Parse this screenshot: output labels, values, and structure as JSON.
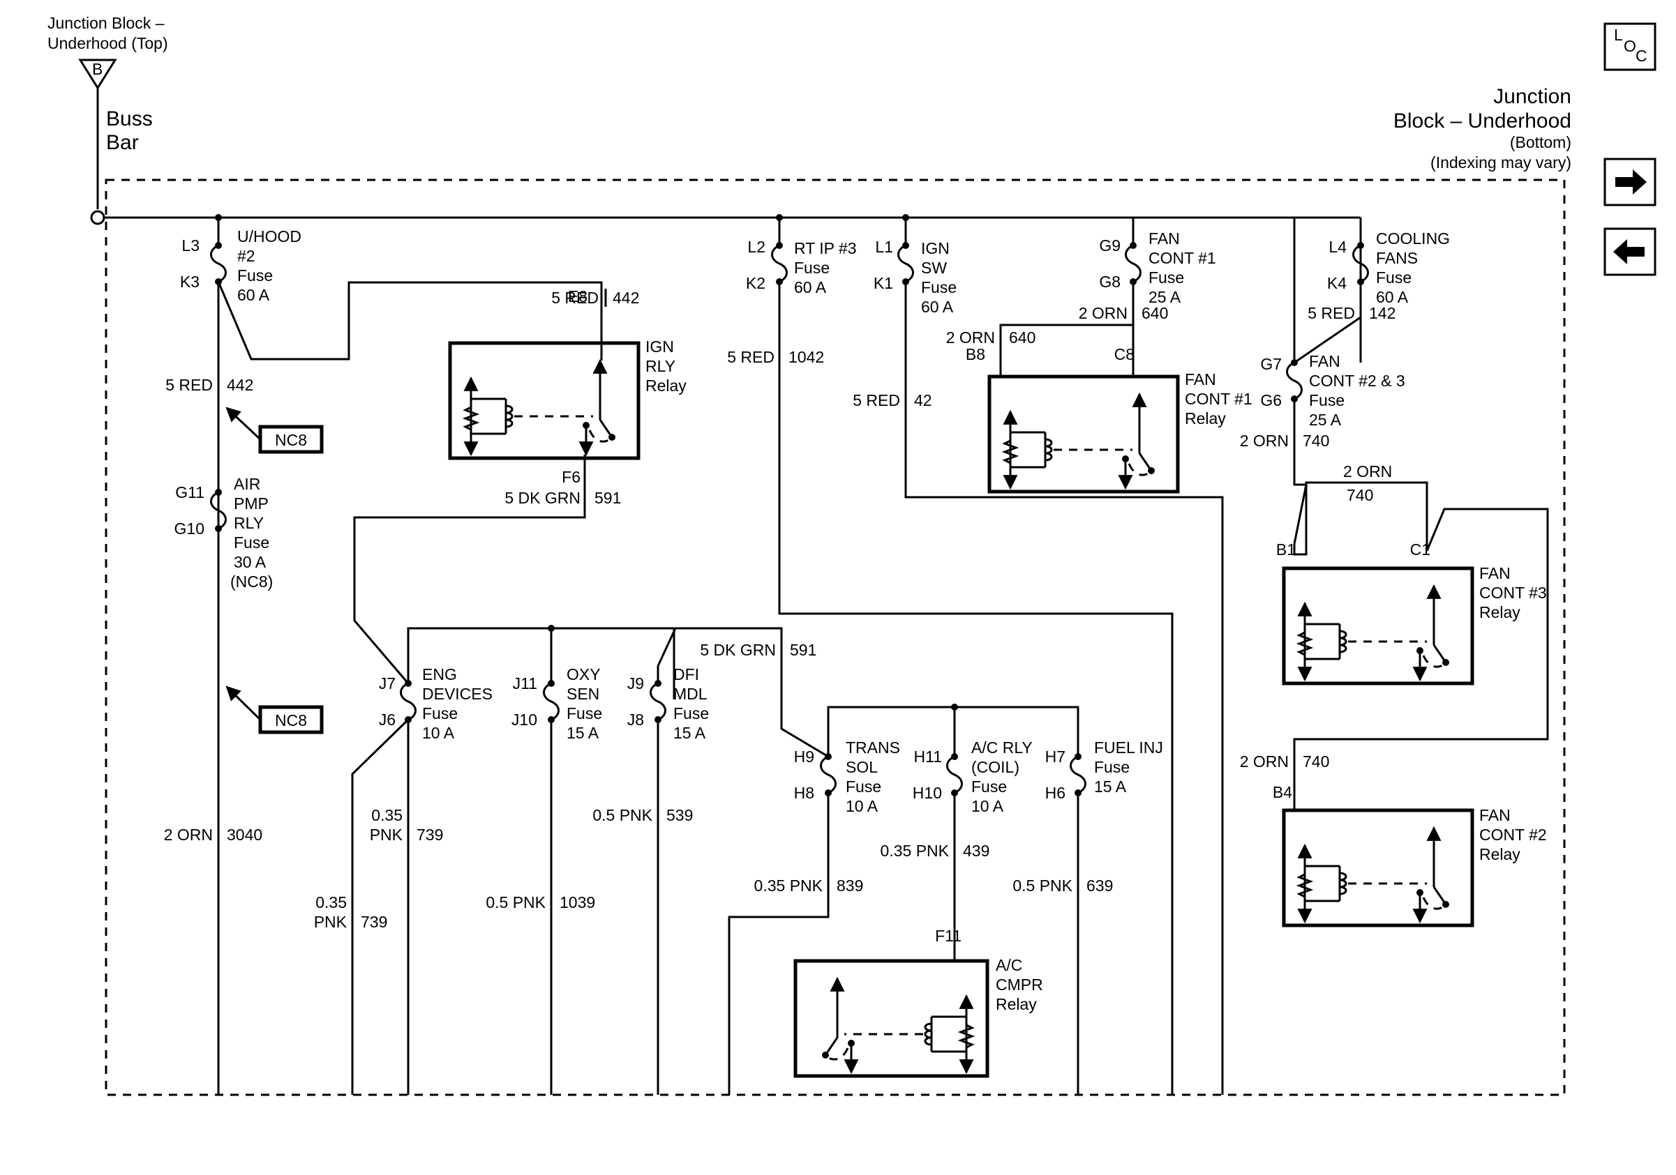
{
  "source": {
    "line1": "Junction Block –",
    "line2": "Underhood (Top)",
    "connector": "B",
    "buss1": "Buss",
    "buss2": "Bar"
  },
  "block": {
    "line1": "Junction",
    "line2": "Block – Underhood",
    "line3": "(Bottom)",
    "line4": "(Indexing may vary)"
  },
  "nav": {
    "loc_l": "L",
    "loc_o": "O",
    "loc_c": "C"
  },
  "fuses": {
    "uhood": {
      "in": "L3",
      "out": "K3",
      "lines": [
        "U/HOOD",
        "#2",
        "Fuse",
        "60 A"
      ]
    },
    "rtip": {
      "in": "L2",
      "out": "K2",
      "lines": [
        "RT IP #3",
        "Fuse",
        "60 A"
      ]
    },
    "ignsw": {
      "in": "L1",
      "out": "K1",
      "lines": [
        "IGN",
        "SW",
        "Fuse",
        "60 A"
      ]
    },
    "fancont1": {
      "in": "G9",
      "out": "G8",
      "lines": [
        "FAN",
        "CONT #1",
        "Fuse",
        "25 A"
      ]
    },
    "cooling": {
      "in": "L4",
      "out": "K4",
      "lines": [
        "COOLING",
        "FANS",
        "Fuse",
        "60 A"
      ]
    },
    "fancont23": {
      "in": "G7",
      "out": "G6",
      "lines": [
        "FAN",
        "CONT #2 & 3",
        "Fuse",
        "25 A"
      ]
    },
    "airpmp": {
      "in": "G11",
      "out": "G10",
      "lines": [
        "AIR",
        "PMP",
        "RLY",
        "Fuse",
        "30 A",
        "(NC8)"
      ]
    },
    "engdev": {
      "in": "J7",
      "out": "J6",
      "lines": [
        "ENG",
        "DEVICES",
        "Fuse",
        "10 A"
      ]
    },
    "oxysen": {
      "in": "J11",
      "out": "J10",
      "lines": [
        "OXY",
        "SEN",
        "Fuse",
        "15 A"
      ]
    },
    "dfimdl": {
      "in": "J9",
      "out": "J8",
      "lines": [
        "DFI",
        "MDL",
        "Fuse",
        "15 A"
      ]
    },
    "transsol": {
      "in": "H9",
      "out": "H8",
      "lines": [
        "TRANS",
        "SOL",
        "Fuse",
        "10 A"
      ]
    },
    "acrly": {
      "in": "H11",
      "out": "H10",
      "lines": [
        "A/C RLY",
        "(COIL)",
        "Fuse",
        "10 A"
      ]
    },
    "fuelinj": {
      "in": "H7",
      "out": "H6",
      "lines": [
        "FUEL INJ",
        "Fuse",
        "15 A"
      ]
    }
  },
  "relays": {
    "ign": {
      "lines": [
        "IGN",
        "RLY",
        "Relay"
      ],
      "pin_top": "E8",
      "pin_bottom": "F6"
    },
    "fancont1": {
      "lines": [
        "FAN",
        "CONT #1",
        "Relay"
      ],
      "pin_left": "B8",
      "pin_right": "C8"
    },
    "fancont3": {
      "lines": [
        "FAN",
        "CONT #3",
        "Relay"
      ],
      "pin_left": "B1",
      "pin_right": "C1"
    },
    "fancont2": {
      "lines": [
        "FAN",
        "CONT #2",
        "Relay"
      ],
      "pin_left": "B4"
    },
    "accmpr": {
      "lines": [
        "A/C",
        "CMPR",
        "Relay"
      ],
      "pin_top": "F11"
    }
  },
  "wires": {
    "red442_top": {
      "gauge": "5 RED",
      "circuit": "442"
    },
    "red442_mid": {
      "gauge": "5 RED",
      "circuit": "442"
    },
    "red1042": {
      "gauge": "5 RED",
      "circuit": "1042"
    },
    "red42": {
      "gauge": "5 RED",
      "circuit": "42"
    },
    "orn640_top": {
      "gauge": "2 ORN",
      "circuit": "640"
    },
    "orn640_b8": {
      "gauge": "2 ORN",
      "circuit": "640"
    },
    "red142": {
      "gauge": "5 RED",
      "circuit": "142"
    },
    "orn740_g6": {
      "gauge": "2 ORN",
      "circuit": "740"
    },
    "orn740_top": {
      "gauge": "2 ORN",
      "circuit": "740"
    },
    "orn740_b4": {
      "gauge": "2 ORN",
      "circuit": "740"
    },
    "dkgrn591_f6": {
      "gauge": "5 DK GRN",
      "circuit": "591"
    },
    "dkgrn591_j9": {
      "gauge": "5 DK GRN",
      "circuit": "591"
    },
    "orn3040": {
      "gauge": "2 ORN",
      "circuit": "3040"
    },
    "pnk739_a": {
      "gauge1": "0.35",
      "gauge2": "PNK",
      "circuit": "739"
    },
    "pnk739_b": {
      "gauge1": "0.35",
      "gauge2": "PNK",
      "circuit": "739"
    },
    "pnk1039": {
      "gauge": "0.5 PNK",
      "circuit": "1039"
    },
    "pnk539": {
      "gauge": "0.5 PNK",
      "circuit": "539"
    },
    "pnk839": {
      "gauge": "0.35 PNK",
      "circuit": "839"
    },
    "pnk439": {
      "gauge": "0.35 PNK",
      "circuit": "439"
    },
    "pnk639": {
      "gauge": "0.5 PNK",
      "circuit": "639"
    }
  },
  "callouts": {
    "nc8_upper": "NC8",
    "nc8_lower": "NC8"
  }
}
